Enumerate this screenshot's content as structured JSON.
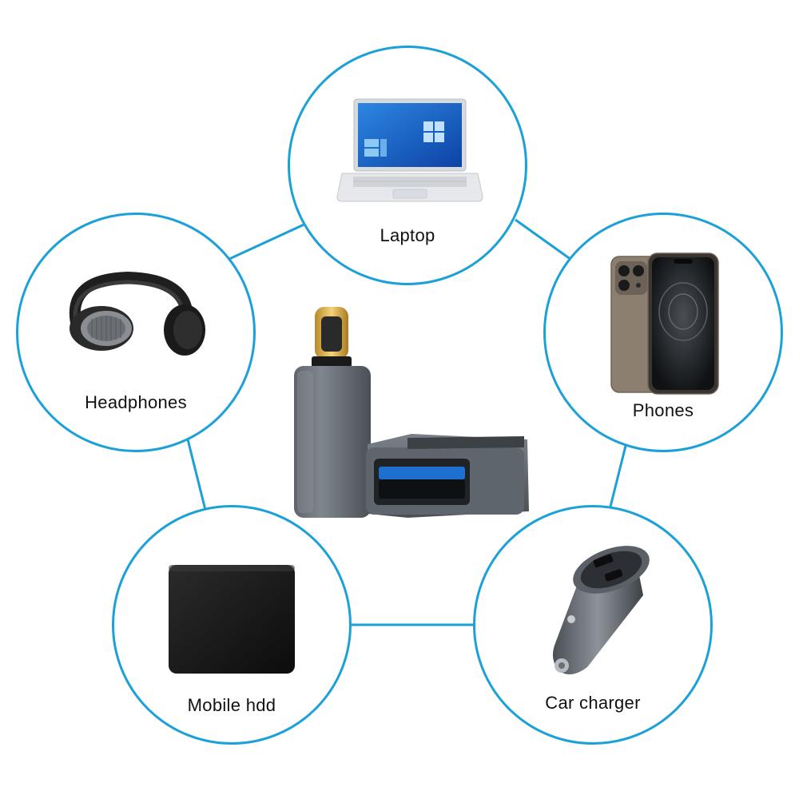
{
  "accent_color": "#1ba1d8",
  "center": {
    "icon": "usb-c-to-usb-a-adapter-icon"
  },
  "nodes": [
    {
      "id": "laptop",
      "label": "Laptop",
      "icon": "laptop-icon"
    },
    {
      "id": "phones",
      "label": "Phones",
      "icon": "smartphone-icon"
    },
    {
      "id": "car-charger",
      "label": "Car charger",
      "icon": "car-charger-icon"
    },
    {
      "id": "mobile-hdd",
      "label": "Mobile hdd",
      "icon": "hard-drive-icon"
    },
    {
      "id": "headphones",
      "label": "Headphones",
      "icon": "headphones-icon"
    }
  ]
}
